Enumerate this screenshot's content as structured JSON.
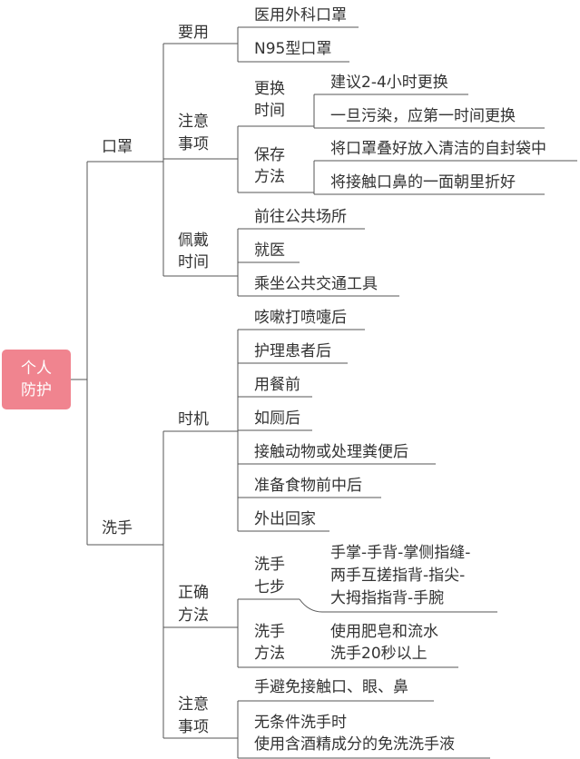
{
  "colors": {
    "root_fill": "#f0848f",
    "line": "#555555",
    "text": "#333333",
    "root_text": "#ffffff"
  },
  "root": {
    "lines": [
      "个人",
      "防护"
    ]
  },
  "mask": {
    "label": "口罩",
    "use": {
      "label": "要用",
      "items": [
        "医用外科口罩",
        "N95型口罩"
      ]
    },
    "notes": {
      "label": [
        "注意",
        "事项"
      ],
      "replace": {
        "label": [
          "更换",
          "时间"
        ],
        "items": [
          "建议2-4小时更换",
          "一旦污染，应第一时间更换"
        ]
      },
      "store": {
        "label": [
          "保存",
          "方法"
        ],
        "items": [
          "将口罩叠好放入清洁的自封袋中",
          "将接触口鼻的一面朝里折好"
        ]
      }
    },
    "wear_time": {
      "label": [
        "佩戴",
        "时间"
      ],
      "items": [
        "前往公共场所",
        "就医",
        "乘坐公共交通工具"
      ]
    }
  },
  "handwash": {
    "label": "洗手",
    "timing": {
      "label": "时机",
      "items": [
        "咳嗽打喷嚏后",
        "护理患者后",
        "用餐前",
        "如厕后",
        "接触动物或处理粪便后",
        "准备食物前中后",
        "外出回家"
      ]
    },
    "method": {
      "label": [
        "正确",
        "方法"
      ],
      "seven_steps": {
        "label": [
          "洗手",
          "七步"
        ],
        "text": [
          "手掌-手背-掌侧指缝-",
          "两手互搓指背-指尖-",
          "大拇指指背-手腕"
        ]
      },
      "way": {
        "label": [
          "洗手",
          "方法"
        ],
        "text": [
          "使用肥皂和流水",
          "洗手20秒以上"
        ]
      }
    },
    "notes": {
      "label": [
        "注意",
        "事项"
      ],
      "items": [
        {
          "text": [
            "手避免接触口、眼、鼻"
          ]
        },
        {
          "text": [
            "无条件洗手时",
            "使用含酒精成分的免洗洗手液"
          ]
        }
      ]
    }
  }
}
